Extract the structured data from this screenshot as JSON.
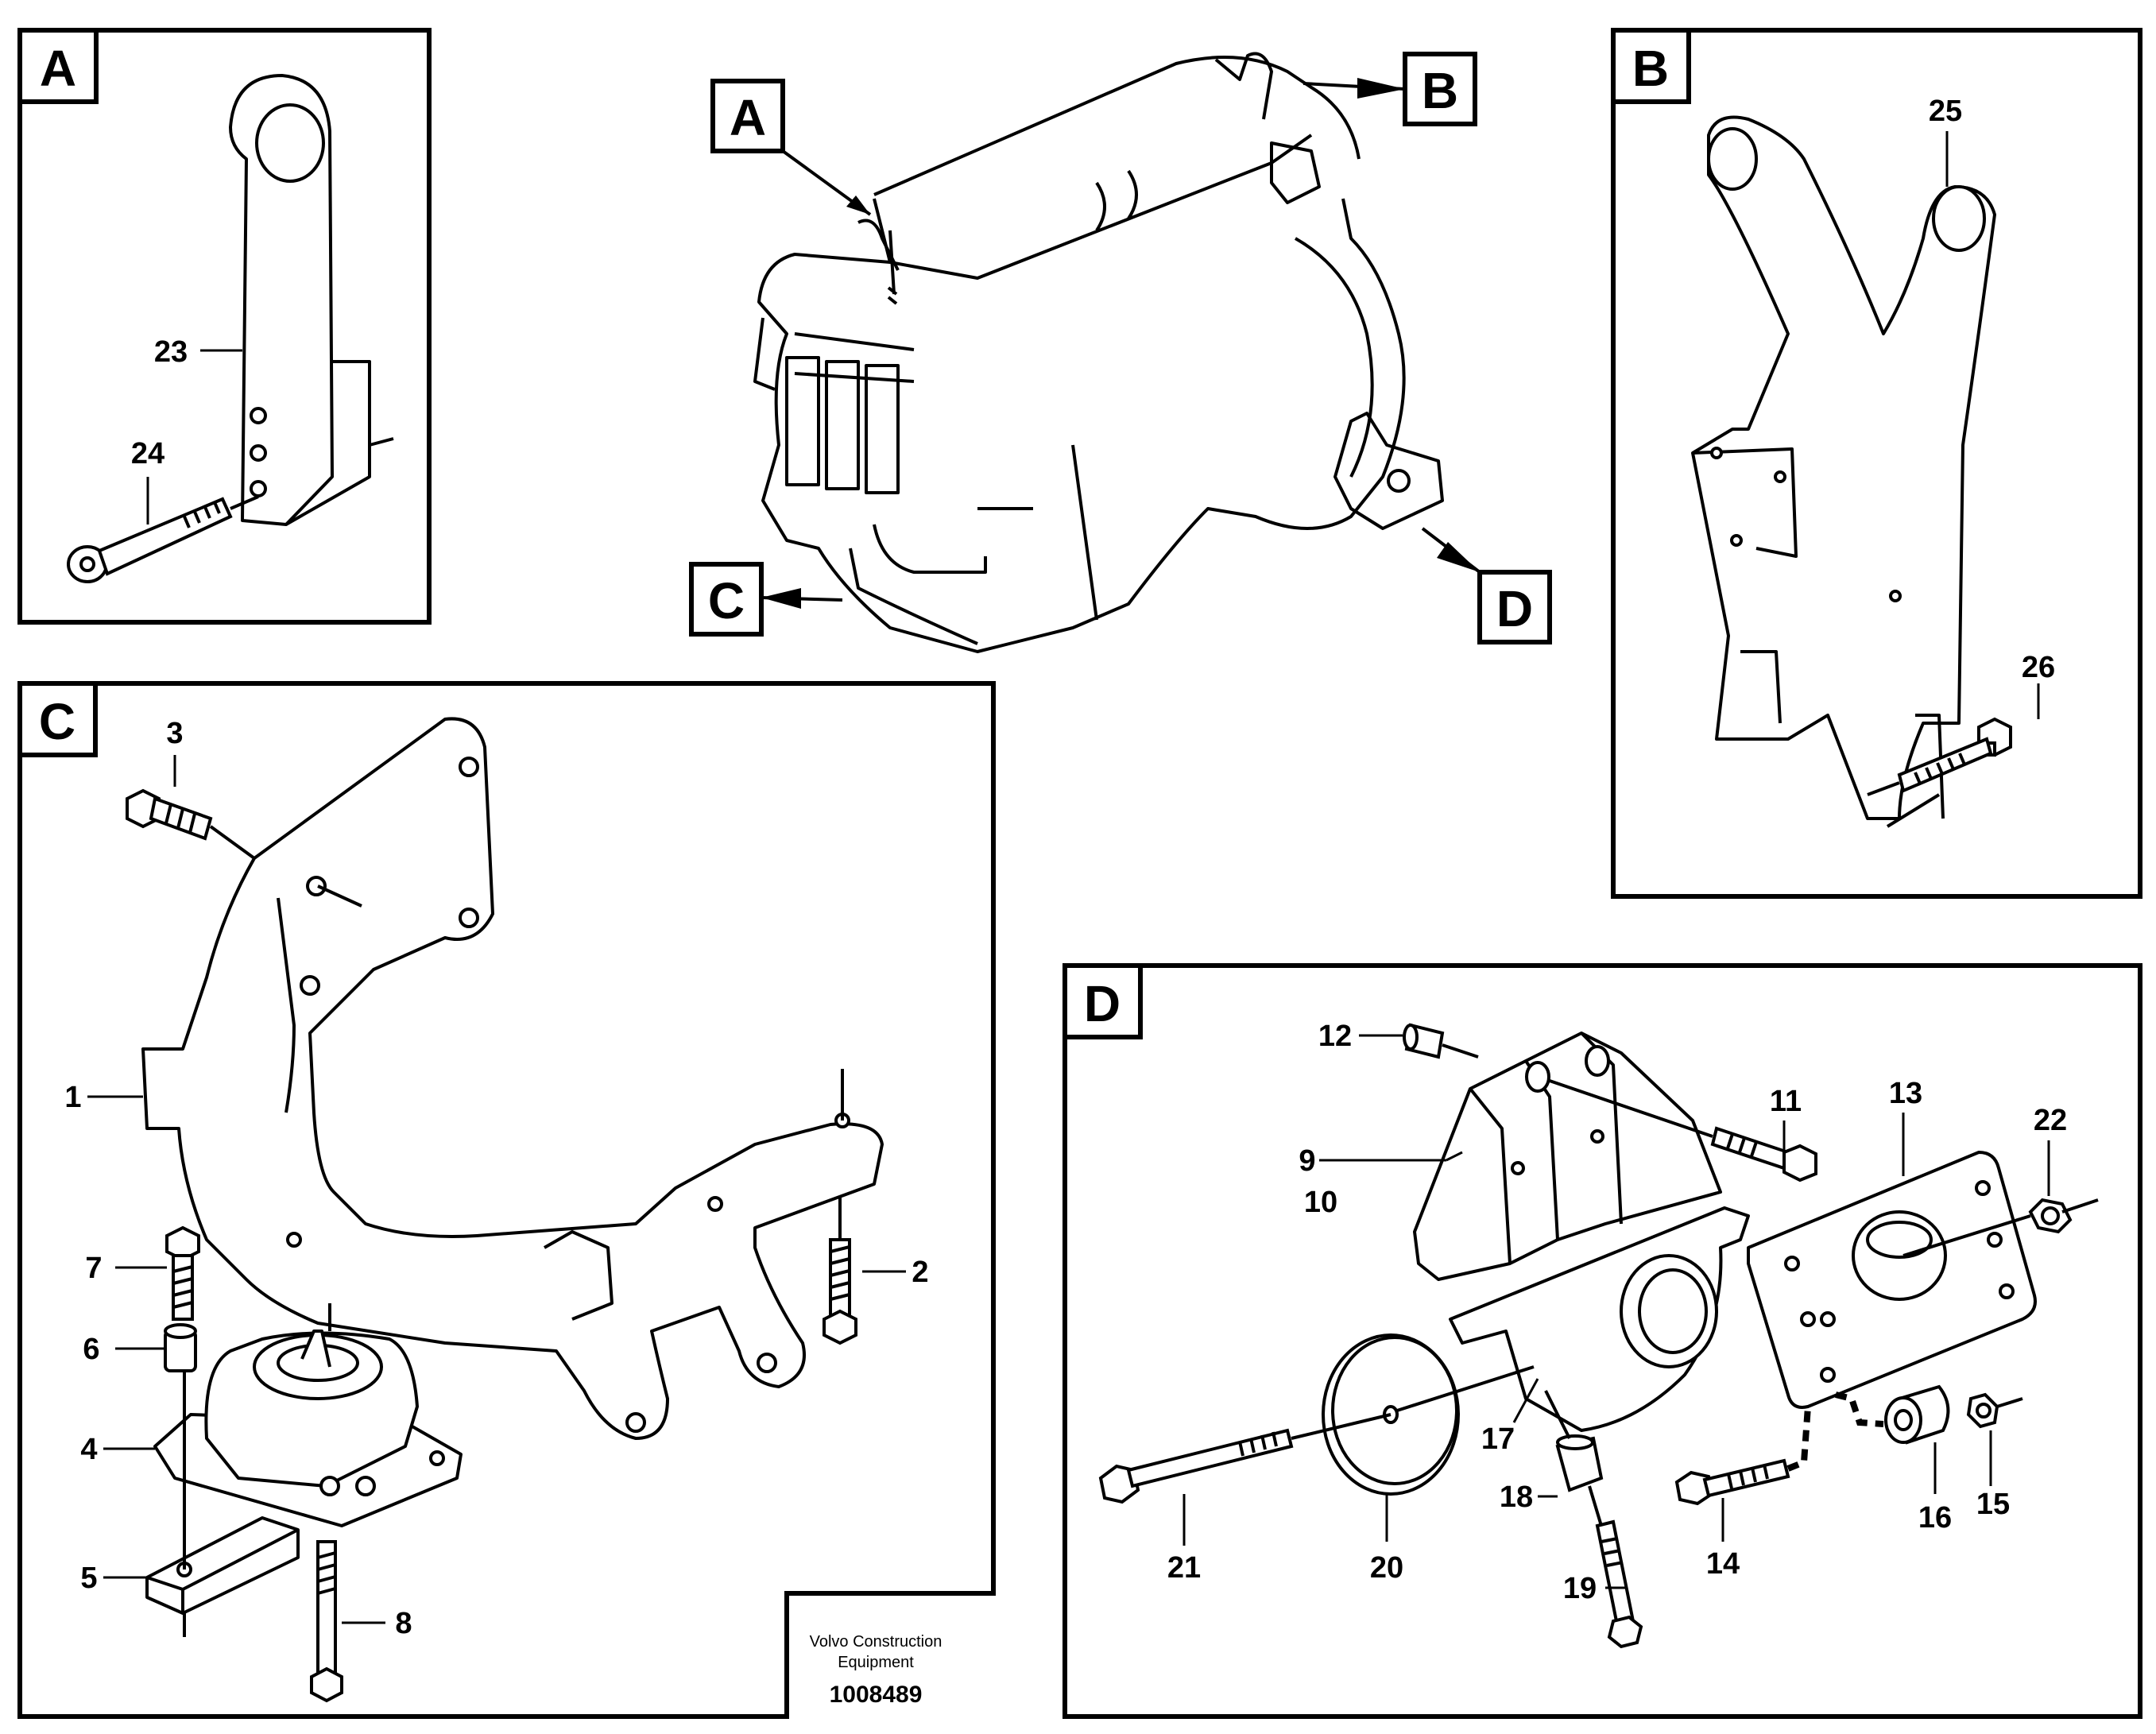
{
  "panels": {
    "a": {
      "letter": "A"
    },
    "b": {
      "letter": "B"
    },
    "c": {
      "letter": "C"
    },
    "d": {
      "letter": "D"
    }
  },
  "overview_callouts": [
    "A",
    "B",
    "C",
    "D"
  ],
  "part_numbers": {
    "p1": "1",
    "p2": "2",
    "p3": "3",
    "p4": "4",
    "p5": "5",
    "p6": "6",
    "p7": "7",
    "p8": "8",
    "p9": "9",
    "p10": "10",
    "p11": "11",
    "p12": "12",
    "p13": "13",
    "p14": "14",
    "p15": "15",
    "p16": "16",
    "p17": "17",
    "p18": "18",
    "p19": "19",
    "p20": "20",
    "p21": "21",
    "p22": "22",
    "p23": "23",
    "p24": "24",
    "p25": "25",
    "p26": "26"
  },
  "footer": {
    "company_line1": "Volvo Construction",
    "company_line2": "Equipment",
    "document_number": "1008489"
  }
}
